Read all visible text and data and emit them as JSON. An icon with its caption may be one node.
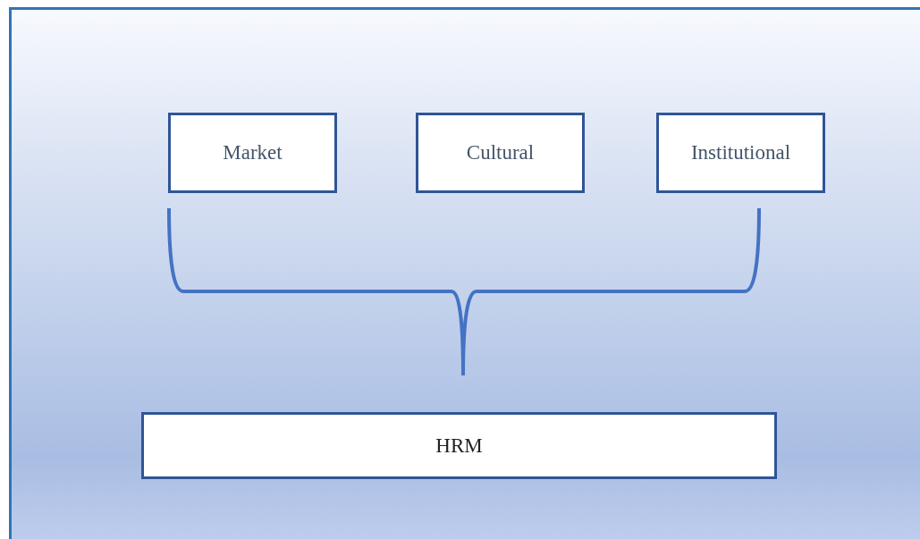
{
  "diagram": {
    "nodes": [
      {
        "text": [
          "Market"
        ]
      },
      {
        "text": [
          "Cultural"
        ]
      },
      {
        "text": [
          "Institutional"
        ]
      },
      {
        "text": [
          "HRM"
        ]
      }
    ]
  }
}
